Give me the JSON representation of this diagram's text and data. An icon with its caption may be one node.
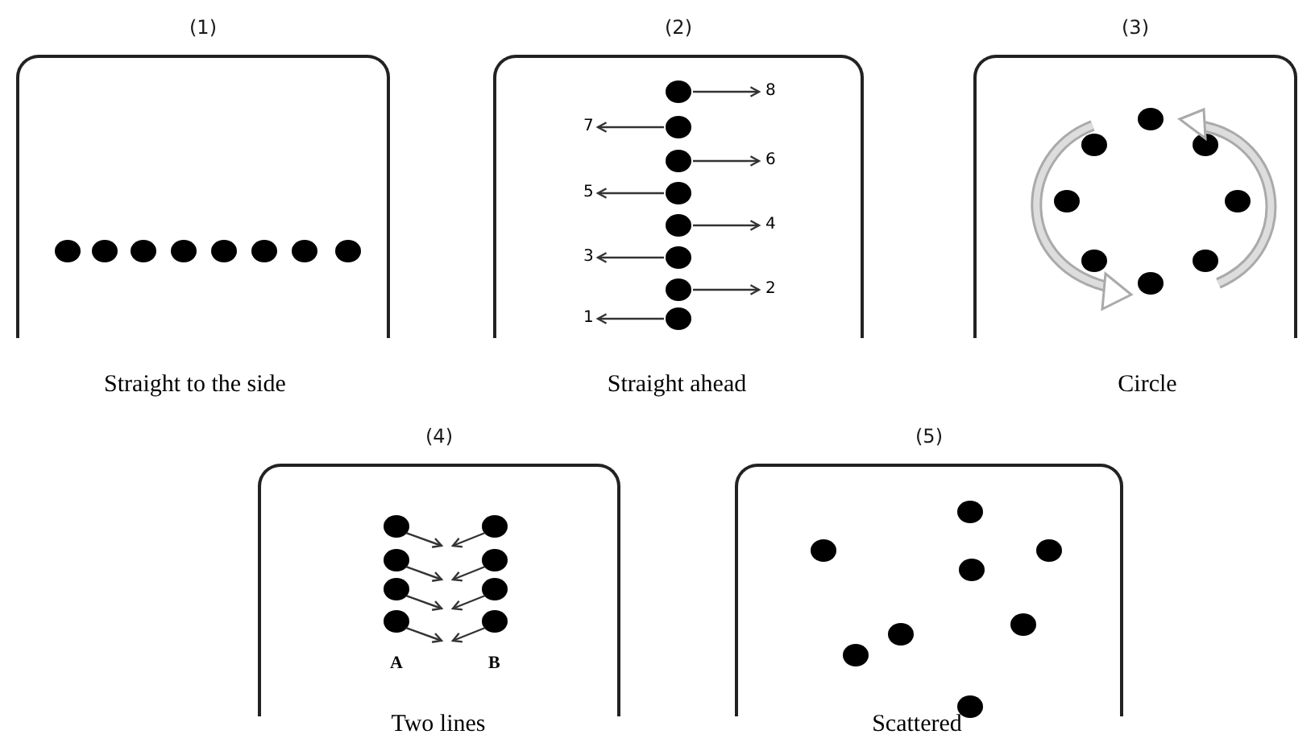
{
  "diagram": {
    "nodes": [
      {
        "text": [
          "(1)"
        ],
        "beside": [
          "Straight to the side"
        ]
      },
      {
        "text": [
          "(2)",
          "8",
          "7",
          "6",
          "5",
          "4",
          "3",
          "2",
          "1"
        ],
        "beside": [
          "Straight ahead"
        ]
      },
      {
        "text": [
          "(3)"
        ],
        "beside": [
          "Circle"
        ]
      },
      {
        "text": [
          "(4)",
          "A",
          "B"
        ],
        "beside": [
          "Two lines"
        ]
      },
      {
        "text": [
          "(5)"
        ],
        "beside": [
          "Scattered"
        ]
      }
    ]
  }
}
